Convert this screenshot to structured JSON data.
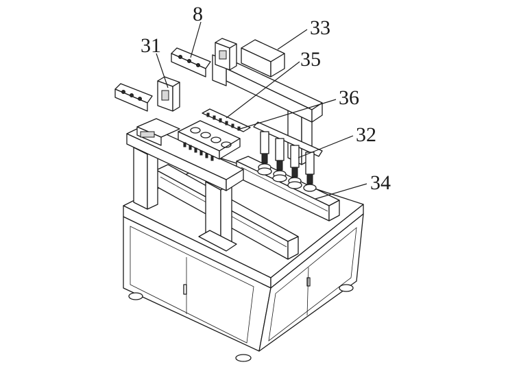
{
  "callouts": [
    {
      "key": "8",
      "label": "8"
    },
    {
      "key": "31",
      "label": "31"
    },
    {
      "key": "33",
      "label": "33"
    },
    {
      "key": "35",
      "label": "35"
    },
    {
      "key": "36",
      "label": "36"
    },
    {
      "key": "32",
      "label": "32"
    },
    {
      "key": "34",
      "label": "34"
    }
  ],
  "colors": {
    "line": "#1a1a1a",
    "background": "#ffffff"
  }
}
